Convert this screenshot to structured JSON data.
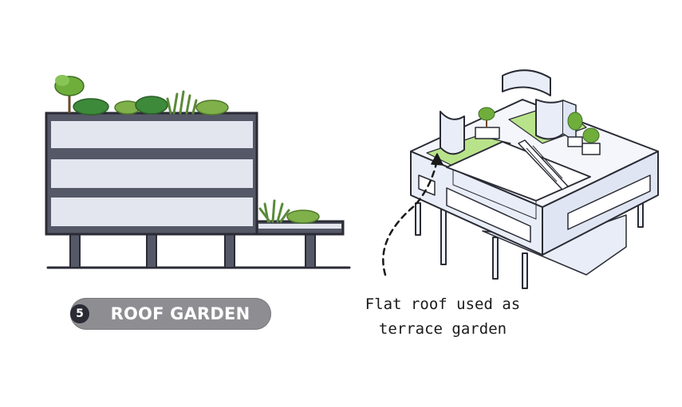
{
  "label": {
    "number": "5",
    "title": "ROOF GARDEN"
  },
  "annotation": {
    "line1": "Flat roof used as",
    "line2": "terrace garden"
  },
  "colors": {
    "outline": "#2a2b35",
    "band": "#e3e6ee",
    "plant": "#6fae3b",
    "lawn": "#b9e38a",
    "wall": "#e8edf7",
    "pill": "#8e8e92"
  }
}
